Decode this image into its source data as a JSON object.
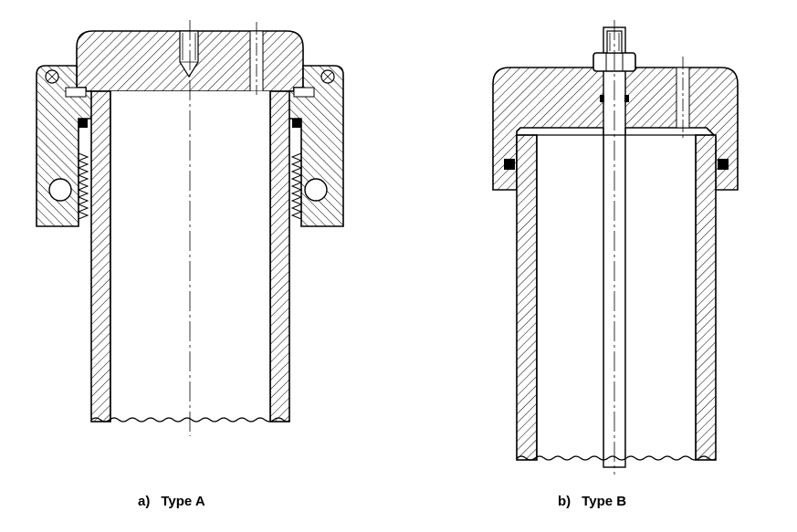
{
  "figure": {
    "captions": {
      "a_letter": "a)",
      "a_text": "Type A",
      "b_letter": "b)",
      "b_text": "Type B"
    }
  }
}
